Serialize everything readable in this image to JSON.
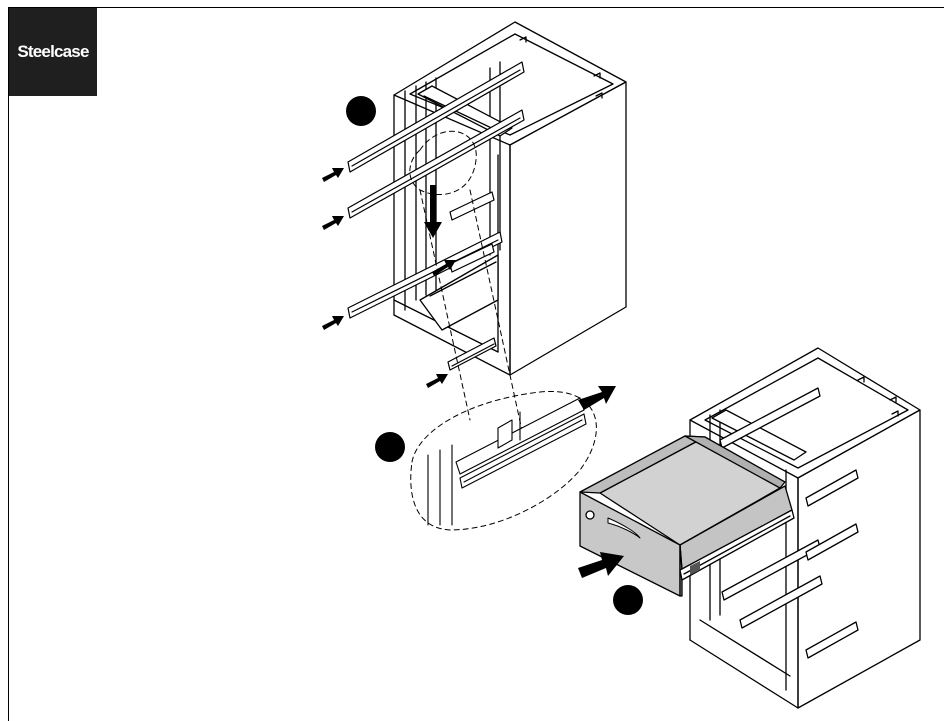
{
  "brand": {
    "name": "Steelcase"
  },
  "colors": {
    "ink": "#000000",
    "logo_bg": "#1f1f1f",
    "drawer_fill": "#c8c8c8",
    "drawer_shade": "#9a9a9a",
    "paper": "#ffffff"
  },
  "steps": [
    {
      "marker": "step-1-marker",
      "label": ""
    },
    {
      "marker": "step-2-marker",
      "label": ""
    },
    {
      "marker": "step-3-marker",
      "label": ""
    }
  ],
  "icons": [
    "push-arrow-icon",
    "down-arrow-icon",
    "detail-callout"
  ]
}
